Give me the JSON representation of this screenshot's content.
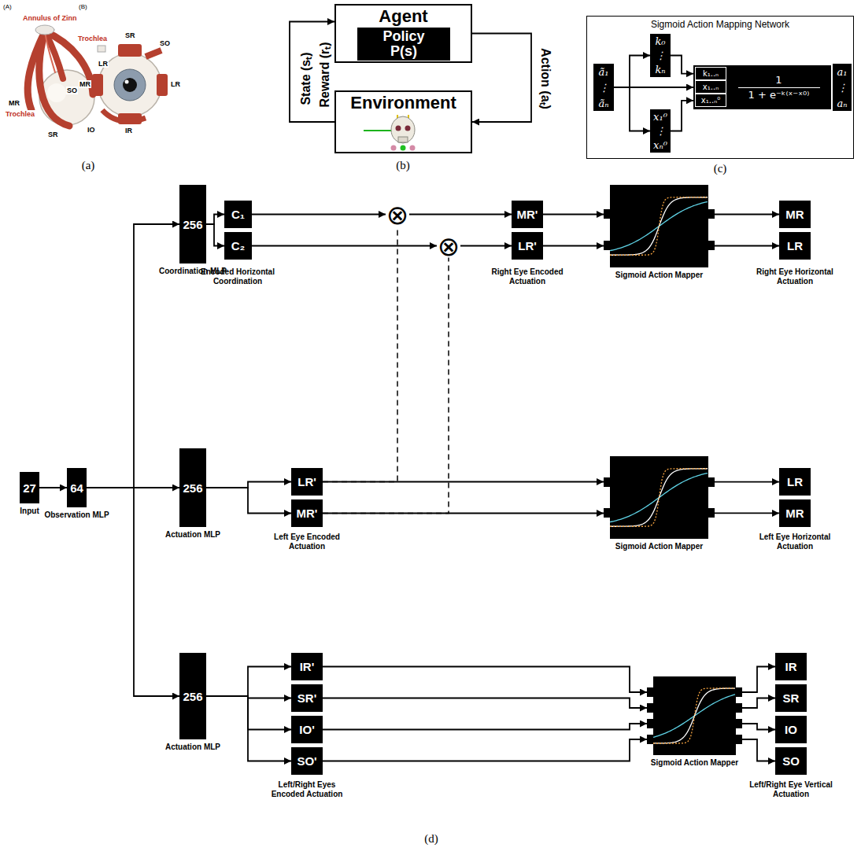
{
  "diagram": {
    "nodes": [
      {
        "text": [
          "Agent"
        ]
      },
      {
        "text": [
          "Policy P(s)"
        ],
        "in": 0
      },
      {
        "text": [
          "Environment"
        ]
      },
      {
        "text": [
          "Sigmoid Action Mapping Network"
        ]
      },
      {
        "text": [
          "ã₁",
          "⋮",
          "ãₙ"
        ],
        "in": 3
      },
      {
        "text": [
          "k₀",
          "⋮",
          "kₙ"
        ],
        "in": 3
      },
      {
        "text": [
          "x₁⁰",
          "⋮",
          "xₙ⁰"
        ],
        "in": 3
      },
      {
        "text": [
          "k₁..ₙ",
          "x₁..ₙ",
          "x₁..ₙ⁰",
          "1",
          "1 + e⁻ᵏ⁽ˣ⁻ˣ⁰⁾"
        ],
        "in": 3
      },
      {
        "text": [
          "a₁",
          "⋮",
          "aₙ"
        ],
        "in": 3
      },
      {
        "text": [
          "27",
          "Input"
        ]
      },
      {
        "text": [
          "64",
          "Observation MLP"
        ]
      },
      {
        "text": [
          "256",
          "Coordination MLP"
        ]
      },
      {
        "text": [
          "C₁"
        ]
      },
      {
        "text": [
          "C₂"
        ]
      },
      {
        "text": [
          "⊗"
        ]
      },
      {
        "text": [
          "⊗"
        ]
      },
      {
        "text": [
          "MR'"
        ]
      },
      {
        "text": [
          "LR'"
        ]
      },
      {
        "text": [
          "Sigmoid Action Mapper"
        ]
      },
      {
        "text": [
          "MR"
        ]
      },
      {
        "text": [
          "LR"
        ]
      },
      {
        "text": [
          "256",
          "Actuation MLP"
        ]
      },
      {
        "text": [
          "LR'"
        ]
      },
      {
        "text": [
          "MR'"
        ]
      },
      {
        "text": [
          "Sigmoid Action Mapper"
        ]
      },
      {
        "text": [
          "LR"
        ]
      },
      {
        "text": [
          "MR"
        ]
      },
      {
        "text": [
          "256",
          "Actuation MLP"
        ]
      },
      {
        "text": [
          "IR'"
        ]
      },
      {
        "text": [
          "SR'"
        ]
      },
      {
        "text": [
          "IO'"
        ]
      },
      {
        "text": [
          "SO'"
        ]
      },
      {
        "text": [
          "Sigmoid Action Mapper"
        ]
      },
      {
        "text": [
          "IR"
        ]
      },
      {
        "text": [
          "SR"
        ]
      },
      {
        "text": [
          "IO"
        ]
      },
      {
        "text": [
          "SO"
        ]
      }
    ],
    "edges": [
      {
        "from": 0,
        "to": 2,
        "arrow": "to",
        "label": "Action (aₜ)"
      },
      {
        "from": 2,
        "to": 0,
        "arrow": "to",
        "label": "State (sₜ)"
      },
      {
        "from": 4,
        "to": 5,
        "arrow": "to"
      },
      {
        "from": 4,
        "to": 7,
        "arrow": "to"
      },
      {
        "from": 4,
        "to": 6,
        "arrow": "to"
      },
      {
        "from": 5,
        "to": 7,
        "arrow": "to"
      },
      {
        "from": 6,
        "to": 7,
        "arrow": "to"
      },
      {
        "from": 9,
        "to": 10,
        "arrow": "to"
      },
      {
        "from": 10,
        "to": 11,
        "arrow": "to"
      },
      {
        "from": 10,
        "to": 21,
        "arrow": "to"
      },
      {
        "from": 10,
        "to": 27,
        "arrow": "to"
      },
      {
        "from": 11,
        "to": 12,
        "arrow": "to"
      },
      {
        "from": 11,
        "to": 13,
        "arrow": "to"
      },
      {
        "from": 12,
        "to": 14,
        "arrow": "to"
      },
      {
        "from": 13,
        "to": 15,
        "arrow": "to"
      },
      {
        "from": 14,
        "to": 16,
        "arrow": "to"
      },
      {
        "from": 15,
        "to": 17,
        "arrow": "to"
      },
      {
        "from": 22,
        "to": 14,
        "arrow": "none"
      },
      {
        "from": 23,
        "to": 15,
        "arrow": "none"
      },
      {
        "from": 16,
        "to": 18,
        "arrow": "to"
      },
      {
        "from": 17,
        "to": 18,
        "arrow": "to"
      },
      {
        "from": 18,
        "to": 19,
        "arrow": "to"
      },
      {
        "from": 18,
        "to": 20,
        "arrow": "to"
      },
      {
        "from": 21,
        "to": 22,
        "arrow": "to"
      },
      {
        "from": 21,
        "to": 23,
        "arrow": "to"
      },
      {
        "from": 22,
        "to": 24,
        "arrow": "to"
      },
      {
        "from": 23,
        "to": 24,
        "arrow": "to"
      },
      {
        "from": 24,
        "to": 25,
        "arrow": "to"
      },
      {
        "from": 24,
        "to": 26,
        "arrow": "to"
      },
      {
        "from": 27,
        "to": 28,
        "arrow": "to"
      },
      {
        "from": 27,
        "to": 29,
        "arrow": "to"
      },
      {
        "from": 27,
        "to": 30,
        "arrow": "to"
      },
      {
        "from": 27,
        "to": 31,
        "arrow": "to"
      },
      {
        "from": 28,
        "to": 32,
        "arrow": "to"
      },
      {
        "from": 29,
        "to": 32,
        "arrow": "to"
      },
      {
        "from": 30,
        "to": 32,
        "arrow": "to"
      },
      {
        "from": 31,
        "to": 32,
        "arrow": "to"
      },
      {
        "from": 32,
        "to": 33,
        "arrow": "to"
      },
      {
        "from": 32,
        "to": 34,
        "arrow": "to"
      },
      {
        "from": 32,
        "to": 35,
        "arrow": "to"
      },
      {
        "from": 32,
        "to": 36,
        "arrow": "to"
      }
    ],
    "labels": [
      "(A)",
      "(B)",
      "Annulus of Zinn",
      "SO",
      "LR",
      "MR",
      "Trochlea",
      "SR",
      "Trochlea",
      "SR",
      "SO",
      "MR",
      "LR",
      "IR",
      "IO",
      "(a)",
      "Reward (rₜ)",
      "(b)",
      "(c)",
      "Encoded Horizontal Coordination",
      "Right Eye Encoded Actuation",
      "Right Eye Horizontal Actuation",
      "Left Eye Encoded Actuation",
      "Left Eye Horizontal Actuation",
      "Left/Right Eyes Encoded Actuation",
      "Left/Right Eye Vertical Actuation",
      "(d)"
    ]
  }
}
